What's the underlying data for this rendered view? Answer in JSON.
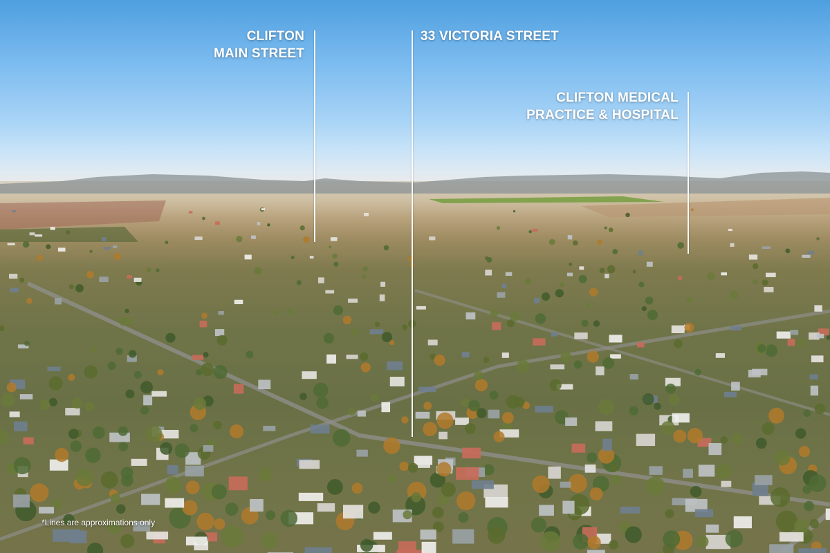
{
  "labels": {
    "main_street": [
      "CLIFTON",
      "MAIN STREET"
    ],
    "victoria_street": "33 VICTORIA STREET",
    "medical": [
      "CLIFTON MEDICAL",
      "PRACTICE & HOSPITAL"
    ]
  },
  "disclaimer": "*Lines are approximations only",
  "colors": {
    "sky": "#7ebdf0",
    "farmland": "#b8a27c",
    "tree": "#4f6b35",
    "road": "#8f8f8a",
    "label": "#ffffff"
  }
}
